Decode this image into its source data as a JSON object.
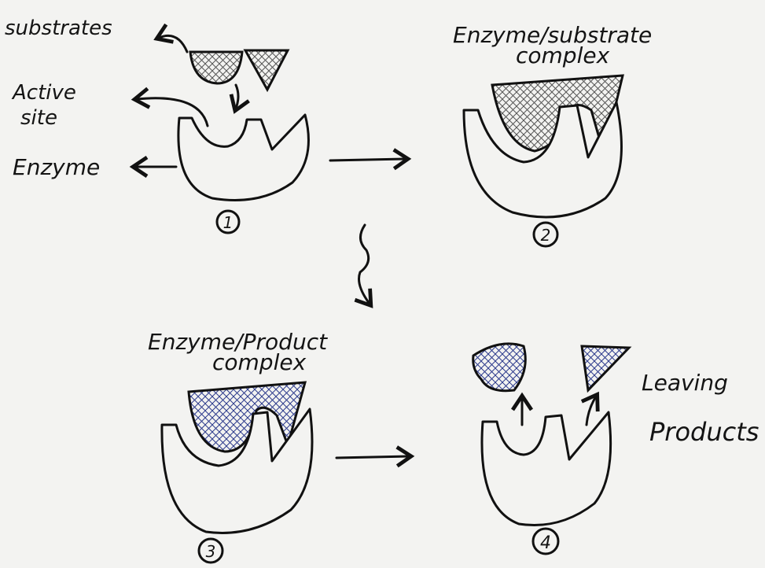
{
  "labels": {
    "substrates": "substrates",
    "active_site_line1": "Active",
    "active_site_line2": "site",
    "enzyme": "Enzyme",
    "es_complex_line1": "Enzyme/substrate",
    "es_complex_line2": "complex",
    "ep_complex_line1": "Enzyme/Product",
    "ep_complex_line2": "complex",
    "leaving_line1": "Leaving",
    "leaving_line2": "Products"
  },
  "steps": [
    "1",
    "2",
    "3",
    "4"
  ],
  "colors": {
    "paper": "#f3f3f1",
    "ink": "#111111",
    "substrate_hatch": "#555555",
    "product_hatch": "#2c3a8c"
  }
}
